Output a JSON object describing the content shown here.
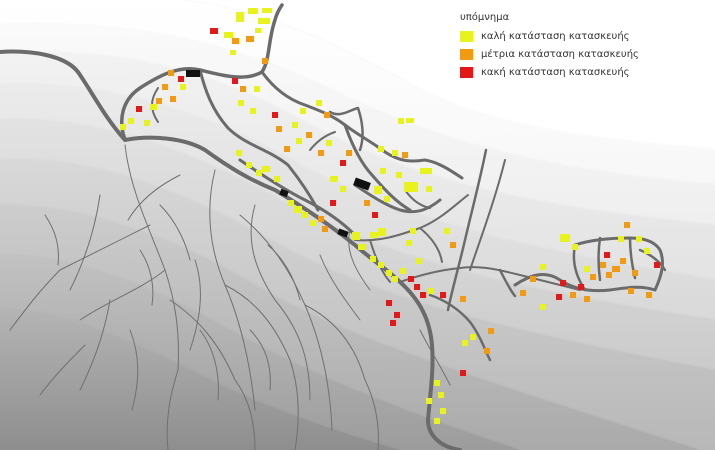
{
  "legend": {
    "title": "υπόμνημα",
    "items": [
      {
        "label": "καλή κατάσταση κατασκευής",
        "color": "#e8f21c"
      },
      {
        "label": "μέτρια κατάσταση κατασκευής",
        "color": "#f29a12"
      },
      {
        "label": "κακή κατάσταση κατασκευής",
        "color": "#e31818"
      }
    ]
  },
  "colors": {
    "good": "#e8f21c",
    "medium": "#f29a12",
    "bad": "#e31818",
    "unknown": "#111111",
    "road": "#6b6b6b",
    "stream": "#707070"
  }
}
